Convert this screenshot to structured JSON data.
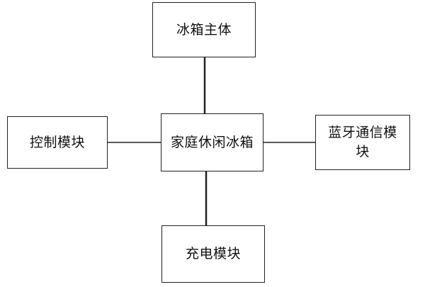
{
  "diagram": {
    "top_box": "冰箱主体",
    "left_box": "控制模块",
    "center_box": "家庭休闲冰箱",
    "right_box": "蓝牙通信模块",
    "bottom_box": "充电模块"
  },
  "colors": {
    "stroke": "#222222",
    "text": "#111111",
    "background": "#ffffff"
  }
}
